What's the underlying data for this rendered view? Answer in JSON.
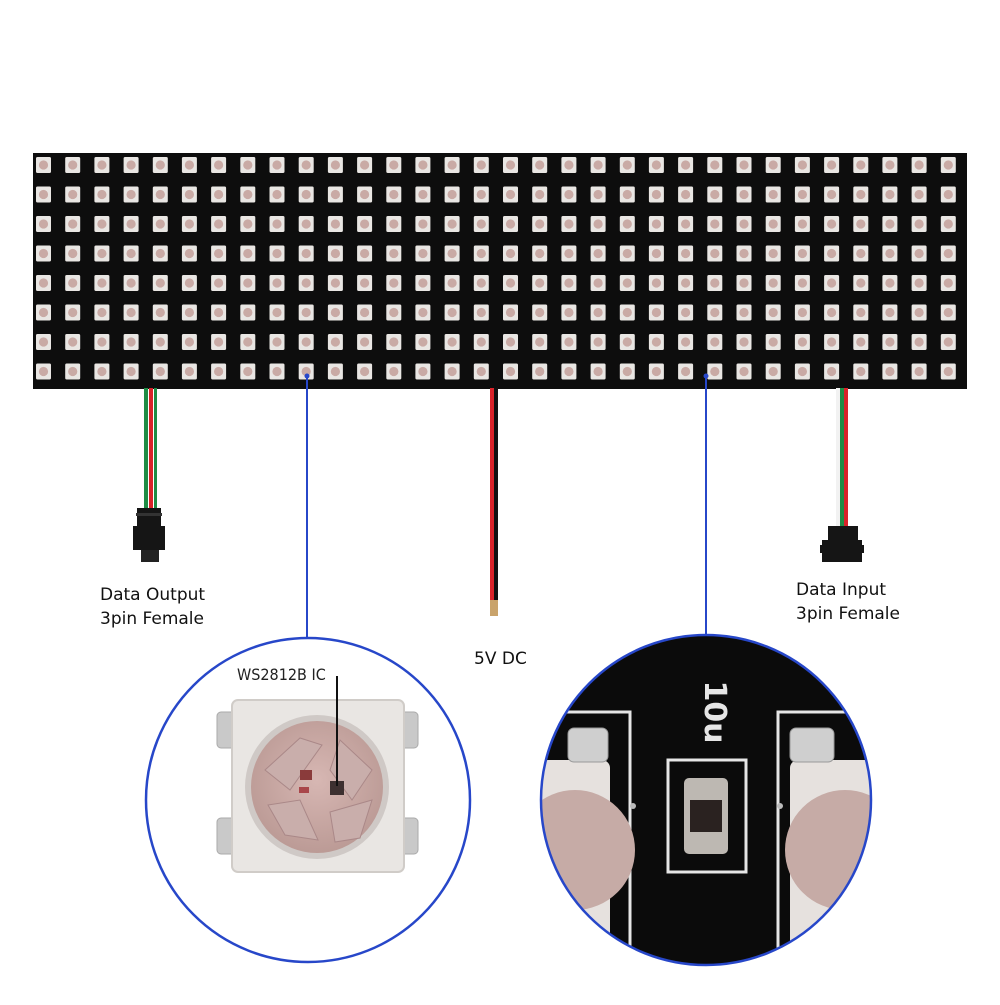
{
  "matrix": {
    "columns": 32,
    "rows": 8
  },
  "labels": {
    "data_output_line1": "Data Output",
    "data_output_line2": "3pin Female",
    "power": "5V DC",
    "data_input_line1": "Data Input",
    "data_input_line2": "3pin Female",
    "ic": "WS2812B IC",
    "resistor_mark": "10u"
  },
  "colors": {
    "board": "#0d0d0d",
    "led_body": "#e9e6e3",
    "leader_line": "#2747c9",
    "wire_red": "#d9232a",
    "wire_green": "#1e8c45",
    "wire_white": "#f2f2f2",
    "wire_black": "#111111"
  }
}
